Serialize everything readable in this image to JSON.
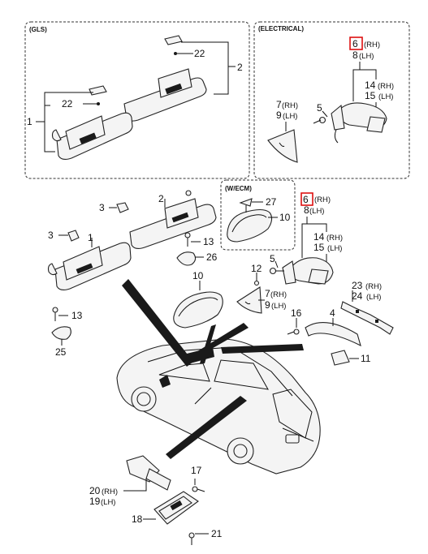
{
  "groups": {
    "gls": "(GLS)",
    "electrical": "(ELECTRICAL)",
    "wecm": "(W/ECM)"
  },
  "labels": {
    "p1": "1",
    "p2": "2",
    "p3": "3",
    "p4": "4",
    "p5": "5",
    "p6": "6",
    "p7": "7",
    "p8": "8",
    "p9": "9",
    "p10": "10",
    "p11": "11",
    "p12": "12",
    "p13": "13",
    "p14": "14",
    "p15": "15",
    "p16": "16",
    "p17": "17",
    "p18": "18",
    "p19": "19",
    "p20": "20",
    "p21": "21",
    "p22": "22",
    "p23": "23",
    "p24": "24",
    "p25": "25",
    "p26": "26",
    "p27": "27",
    "rh": "(RH)",
    "lh": "(LH)"
  },
  "highlight_color": "#dd1111"
}
